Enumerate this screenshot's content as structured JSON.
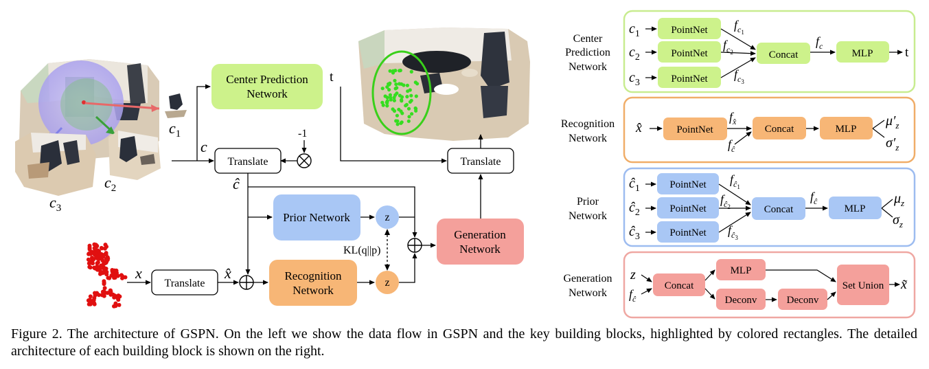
{
  "main": {
    "c1": "c",
    "c1_sub": "1",
    "c2": "c",
    "c2_sub": "2",
    "c3": "c",
    "c3_sub": "3",
    "c": "c",
    "c_hat": "ĉ",
    "x": "x",
    "x_hat": "x̂",
    "t": "t",
    "neg_one": "-1",
    "z_prior": "z",
    "z_recog": "z",
    "kl": "KL(q||p)",
    "center_prediction_1": "Center Prediction",
    "center_prediction_2": "Network",
    "translate_top": "Translate",
    "translate_right": "Translate",
    "translate_bottom": "Translate",
    "prior_network": "Prior Network",
    "recognition_1": "Recognition",
    "recognition_2": "Network",
    "generation_1": "Generation",
    "generation_2": "Network"
  },
  "right": {
    "center": {
      "label": [
        "Center",
        "Prediction",
        "Network"
      ],
      "pointnet": "PointNet",
      "concat": "Concat",
      "mlp": "MLP",
      "t": "t"
    },
    "recognition": {
      "label": [
        "Recognition",
        "Network"
      ],
      "pointnet": "PointNet",
      "concat": "Concat",
      "mlp": "MLP"
    },
    "prior": {
      "label": [
        "Prior",
        "Network"
      ],
      "pointnet": "PointNet",
      "concat": "Concat",
      "mlp": "MLP"
    },
    "generation": {
      "label": [
        "Generation",
        "Network"
      ],
      "z": "z",
      "concat": "Concat",
      "mlp": "MLP",
      "deconv1": "Deconv",
      "deconv2": "Deconv",
      "set_union": "Set Union"
    }
  },
  "caption": "Figure 2. The architecture of GSPN. On the left we show the data flow in GSPN and the key building blocks, highlighted by colored rectangles. The detailed architecture of each building block is shown on the right.",
  "colors": {
    "green": "#cdf28b",
    "green_border": "#a8dc62",
    "orange": "#f7b676",
    "orange_border": "#f0a45a",
    "blue": "#a9c7f5",
    "blue_border": "#8fb3ee",
    "red": "#f4a09b",
    "red_border": "#ee8e89",
    "chair_red": "#e01010"
  }
}
